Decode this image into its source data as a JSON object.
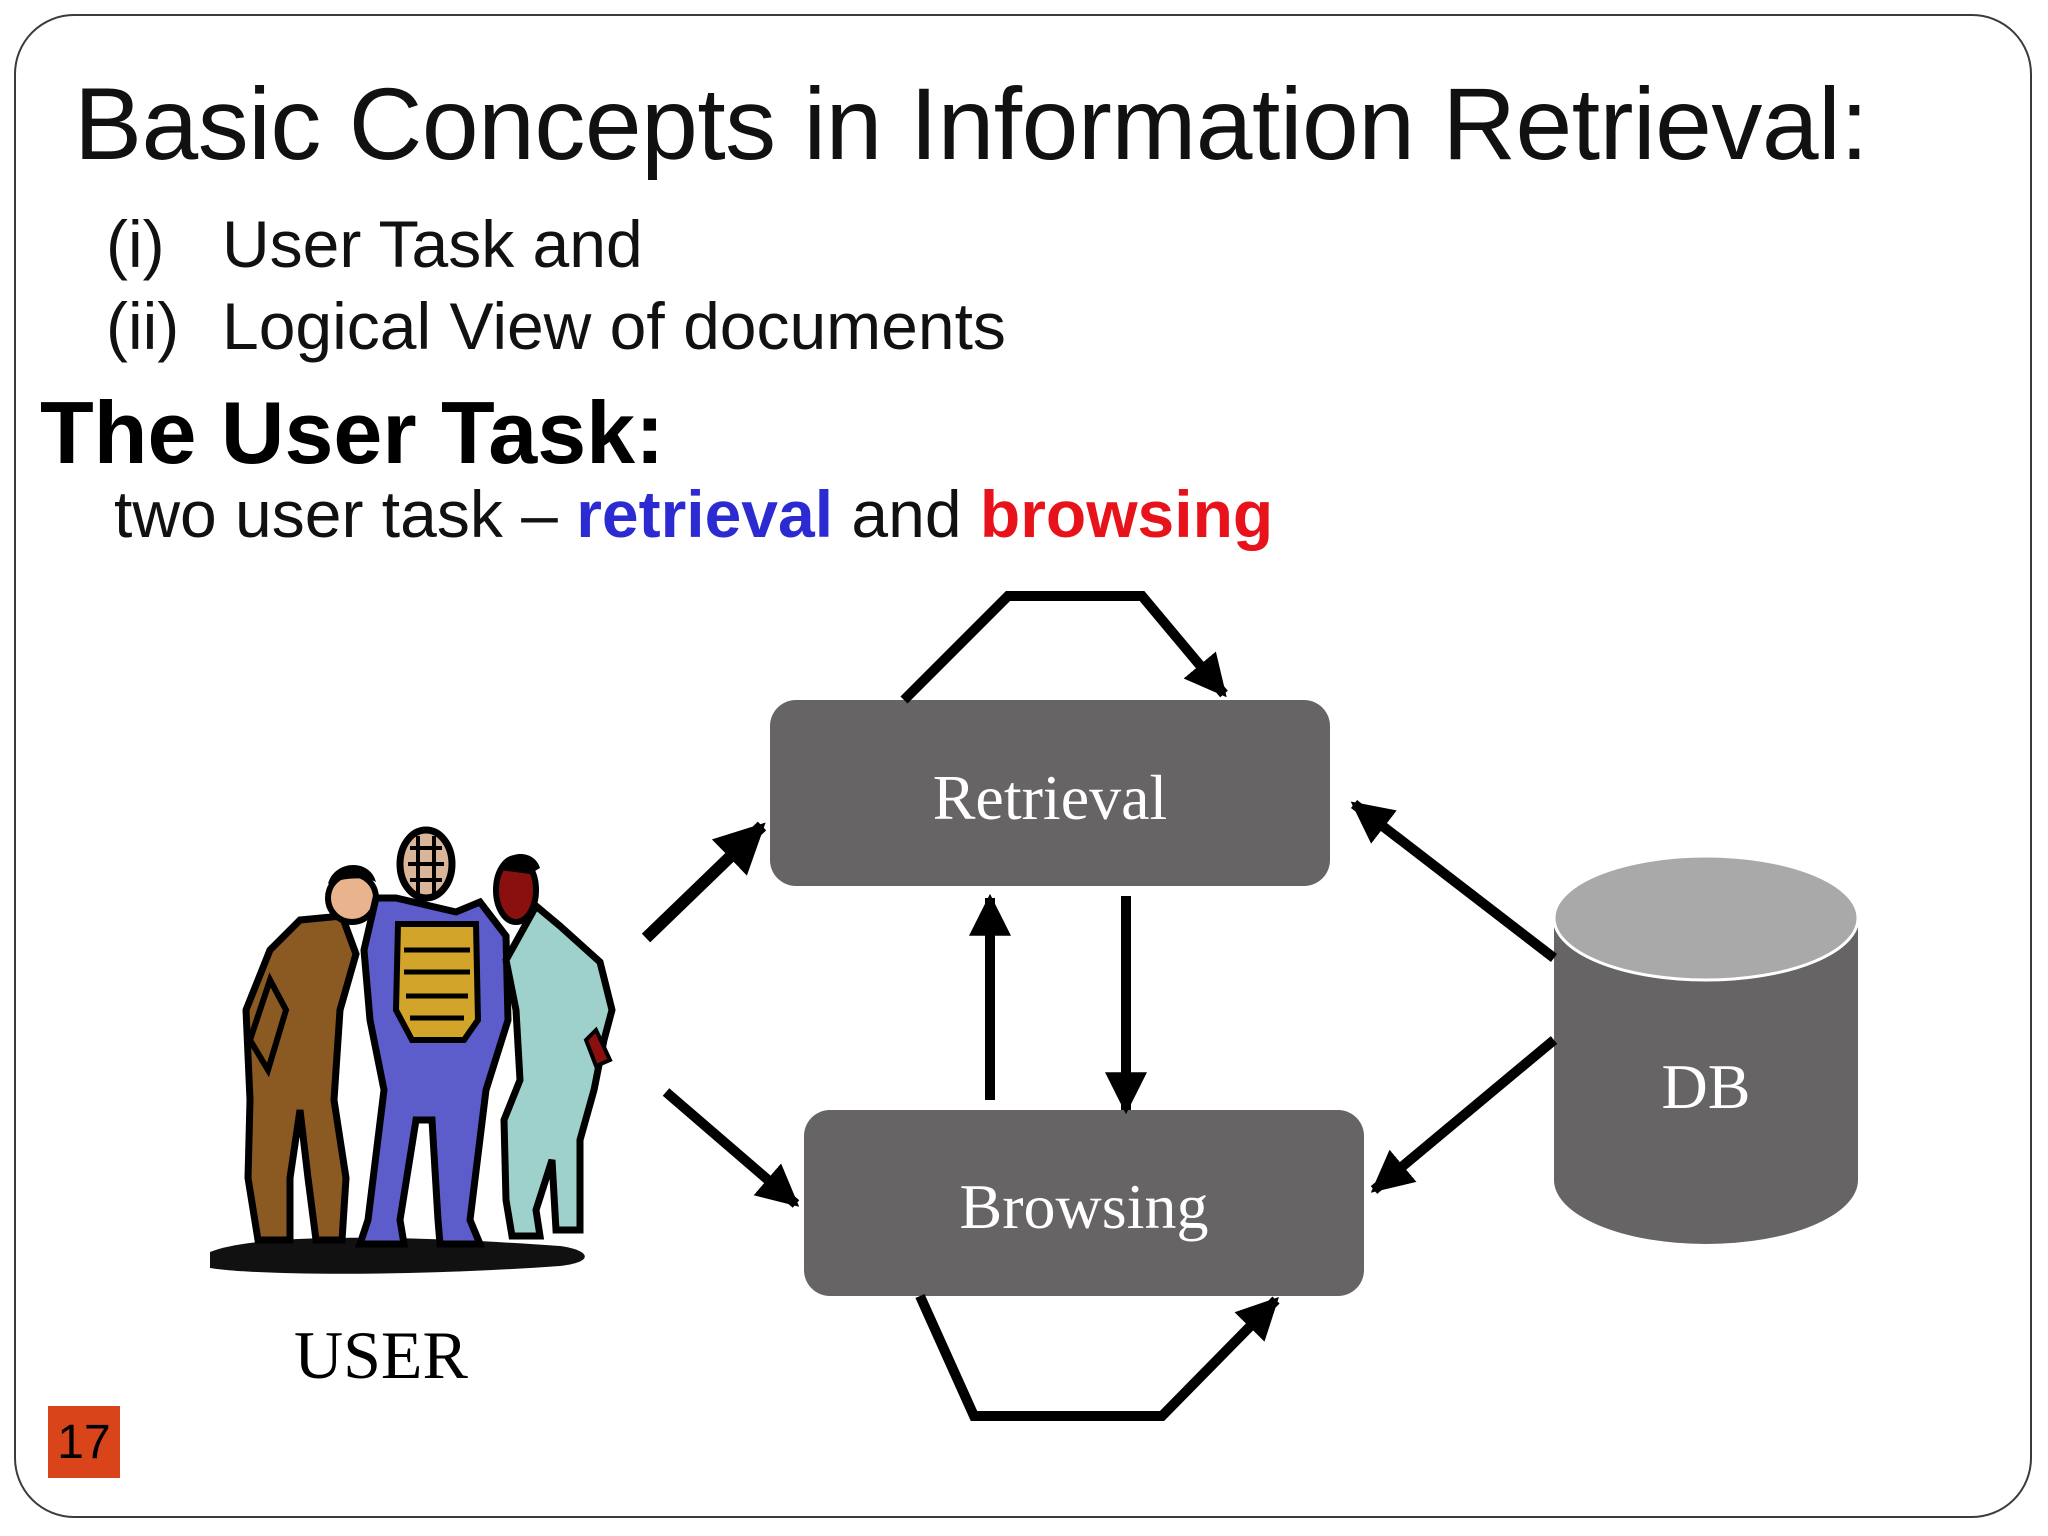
{
  "slide": {
    "title": "Basic Concepts in Information Retrieval:",
    "list": [
      {
        "num": "(i)",
        "text": "User Task and"
      },
      {
        "num": "(ii)",
        "text": "Logical View of documents"
      }
    ],
    "heading": "The User Task:",
    "subline": {
      "prefix": "two user task –",
      "keyword1": "retrieval",
      "middle": "and",
      "keyword2": "browsing"
    },
    "page_number": "17"
  },
  "diagram": {
    "nodes": {
      "retrieval": "Retrieval",
      "browsing": "Browsing",
      "db": "DB",
      "user": "USER"
    },
    "user_icon": "group-of-people-clipart"
  },
  "colors": {
    "retrieval_keyword": "#2b2bd1",
    "browsing_keyword": "#e8121b",
    "box_fill": "#666464",
    "db_top": "#a9a9a9",
    "page_badge": "#d9441a"
  }
}
